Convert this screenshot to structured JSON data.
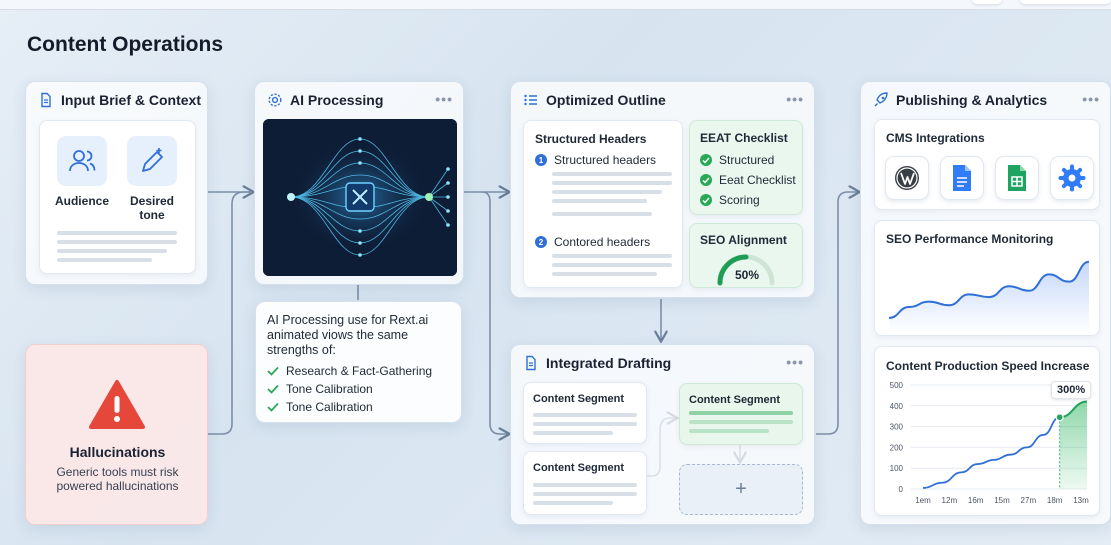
{
  "page": {
    "title": "Content Operations"
  },
  "input_brief": {
    "title": "Input Brief & Context",
    "icon": "document-icon",
    "audience_label": "Audience",
    "tone_label_line1": "Desired",
    "tone_label_line2": "tone"
  },
  "hallucinations": {
    "title": "Hallucinations",
    "line1": "Generic tools must risk",
    "line2": "powered hallucinations",
    "icon": "warning-icon",
    "color": "#e5483b"
  },
  "ai_processing": {
    "title": "AI Processing",
    "icon": "gear-icon",
    "menu": "•••",
    "callout_line1": "AI Processing use for Rext.ai",
    "callout_line2": "animated viows the same",
    "callout_line3": "strengths of:",
    "items": [
      "Research & Fact-Gathering",
      "Tone Calibration",
      "Tone Calibration"
    ]
  },
  "outline": {
    "title": "Optimized Outline",
    "icon": "list-icon",
    "menu": "•••",
    "structured_title": "Structured Headers",
    "item1": "Structured headers",
    "item2": "Contored headers",
    "eeat_title": "EEAT Checklist",
    "eeat_items": [
      "Structured",
      "Eeat Checklist",
      "Scoring"
    ],
    "seo_title": "SEO Alignment",
    "seo_value": "50%",
    "seo_fraction": 0.5
  },
  "drafting": {
    "title": "Integrated Drafting",
    "icon": "document-icon",
    "menu": "•••",
    "segment1": "Content Segment",
    "segment2": "Content Segment",
    "segment3": "Content Segment",
    "add": "+"
  },
  "publishing": {
    "title": "Publishing & Analytics",
    "icon": "rocket-icon",
    "menu": "•••",
    "cms_title": "CMS Integrations",
    "cms_icons": [
      "wordpress-icon",
      "google-docs-icon",
      "google-sheets-icon",
      "settings-icon"
    ],
    "seo_monitor_title": "SEO Performance Monitoring",
    "speed_title": "Content Production Speed Increase",
    "speed_badge": "300%"
  },
  "colors": {
    "accent": "#2f6fd6",
    "green": "#2aa857",
    "danger": "#e5483b"
  },
  "chart_data": [
    {
      "type": "line",
      "title": "SEO Performance Monitoring",
      "x": [
        0,
        1,
        2,
        3,
        4,
        5,
        6,
        7,
        8,
        9,
        10
      ],
      "series": [
        {
          "values": [
            10,
            22,
            28,
            24,
            36,
            33,
            45,
            40,
            58,
            50,
            72
          ]
        }
      ],
      "grid": false,
      "axes_visible": false
    },
    {
      "type": "area",
      "title": "Content Production Speed Increase",
      "categories": [
        "1em",
        "12m",
        "16m",
        "15m",
        "27m",
        "18m",
        "13m"
      ],
      "yticks": [
        0,
        100,
        200,
        300,
        400,
        500
      ],
      "ylim": [
        0,
        500
      ],
      "series": [
        {
          "values": [
            5,
            30,
            80,
            120,
            140,
            165,
            200,
            260,
            345,
            420
          ]
        }
      ],
      "x_positions": [
        0,
        0.7,
        1.4,
        2.0,
        2.6,
        3.2,
        3.8,
        4.4,
        5.0,
        6.0
      ],
      "highlight": {
        "index": 8,
        "label": "300%"
      },
      "grid": true
    }
  ]
}
